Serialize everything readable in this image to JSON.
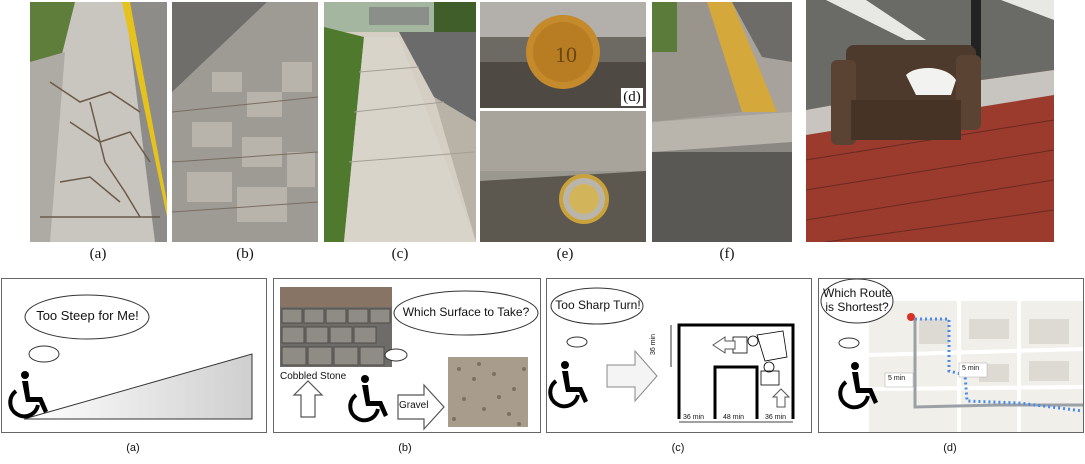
{
  "top_captions": [
    "(a)",
    "(b)",
    "(c)",
    "(d)",
    "(e)",
    "(f)"
  ],
  "bottom_captions": [
    "(a)",
    "(b)",
    "(c)",
    "(d)"
  ],
  "panel_a": {
    "bubble": "Too Steep for Me!"
  },
  "panel_b": {
    "bubble": "Which Surface to Take?",
    "label_cobbled": "Cobbled Stone",
    "label_gravel": "Gravel"
  },
  "panel_c": {
    "bubble": "Too Sharp Turn!",
    "dim_left": "36 min",
    "dim_mid": "48 min",
    "dim_right": "36 min",
    "dim_side": "36 min"
  },
  "panel_d": {
    "bubble_line1": "Which Route",
    "bubble_line2": "is Shortest?",
    "time1": "5 min",
    "time2": "5 min"
  },
  "colors": {
    "sidewalk_gray": "#b9b7b0",
    "yellow_line": "#e6c21c",
    "brick_red": "#9a3b2e",
    "route_blue": "#4a8be8"
  }
}
